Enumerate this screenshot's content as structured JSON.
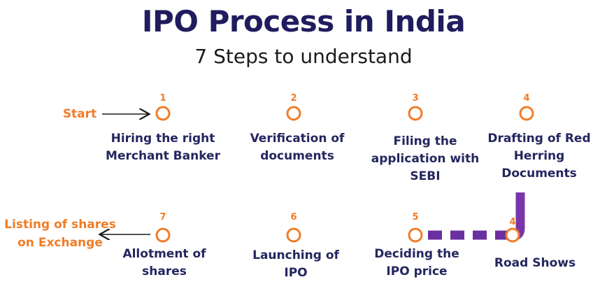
{
  "header": {
    "title": "IPO Process in India",
    "subtitle": "7 Steps to understand"
  },
  "flow": {
    "start_label": "Start",
    "end_label": "Listing of shares\non Exchange"
  },
  "steps": [
    {
      "number": "1",
      "label": "Hiring the right\nMerchant Banker"
    },
    {
      "number": "2",
      "label": "Verification of\ndocuments"
    },
    {
      "number": "3",
      "label": "Filing the\napplication with\nSEBI"
    },
    {
      "number": "4",
      "label": "Drafting of Red\nHerring\nDocuments"
    },
    {
      "number": "4",
      "label": "Road Shows"
    },
    {
      "number": "5",
      "label": "Deciding the\nIPO price"
    },
    {
      "number": "6",
      "label": "Launching of\nIPO"
    },
    {
      "number": "7",
      "label": "Allotment of\nshares"
    }
  ],
  "colors": {
    "title": "#1f1d5e",
    "accent": "#f07c27",
    "line_purple": "#6a2fa0",
    "line_navy": "#2c235f",
    "label": "#24265e"
  }
}
